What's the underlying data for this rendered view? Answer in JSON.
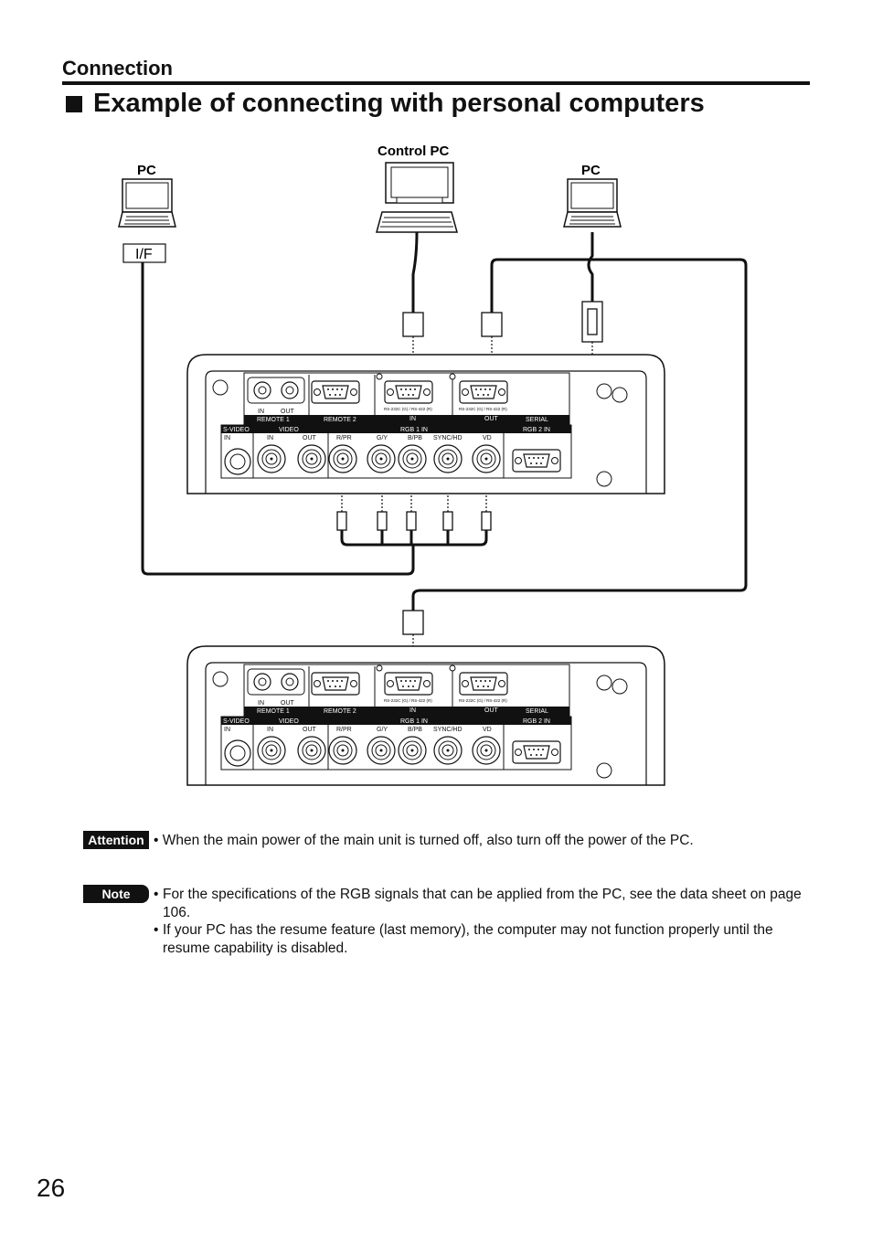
{
  "header": {
    "section": "Connection",
    "title": "Example of connecting with personal computers"
  },
  "diagram": {
    "labels": {
      "pc_left": "PC",
      "control_pc": "Control PC",
      "pc_right": "PC",
      "interface": "I/F"
    },
    "panel_labels": {
      "remote1": "REMOTE 1",
      "remote2": "REMOTE 2",
      "in": "IN",
      "out": "OUT",
      "serial": "SERIAL",
      "s_video": "S-VIDEO",
      "video": "VIDEO",
      "rgb1_in": "RGB 1 IN",
      "rgb2_in": "RGB 2 IN",
      "r_pr": "R/PR",
      "g_y": "G/Y",
      "b_pb": "B/PB",
      "sync_hd": "SYNC/HD",
      "vd": "VD",
      "rs232_in": "RS-232C (G) / RS-422 (R)",
      "rs232_out": "RS-232C (G) / RS-422 (R)"
    }
  },
  "attention": {
    "label": "Attention",
    "text": "• When the main power of the main unit is turned off, also turn off the power of the PC."
  },
  "note": {
    "label": "Note",
    "items": [
      "For the specifications of the RGB signals that can be applied from the PC, see the data sheet on page 106.",
      "If your PC has the resume feature (last memory), the computer may not function properly until the resume capability is disabled."
    ]
  },
  "page_number": "26"
}
